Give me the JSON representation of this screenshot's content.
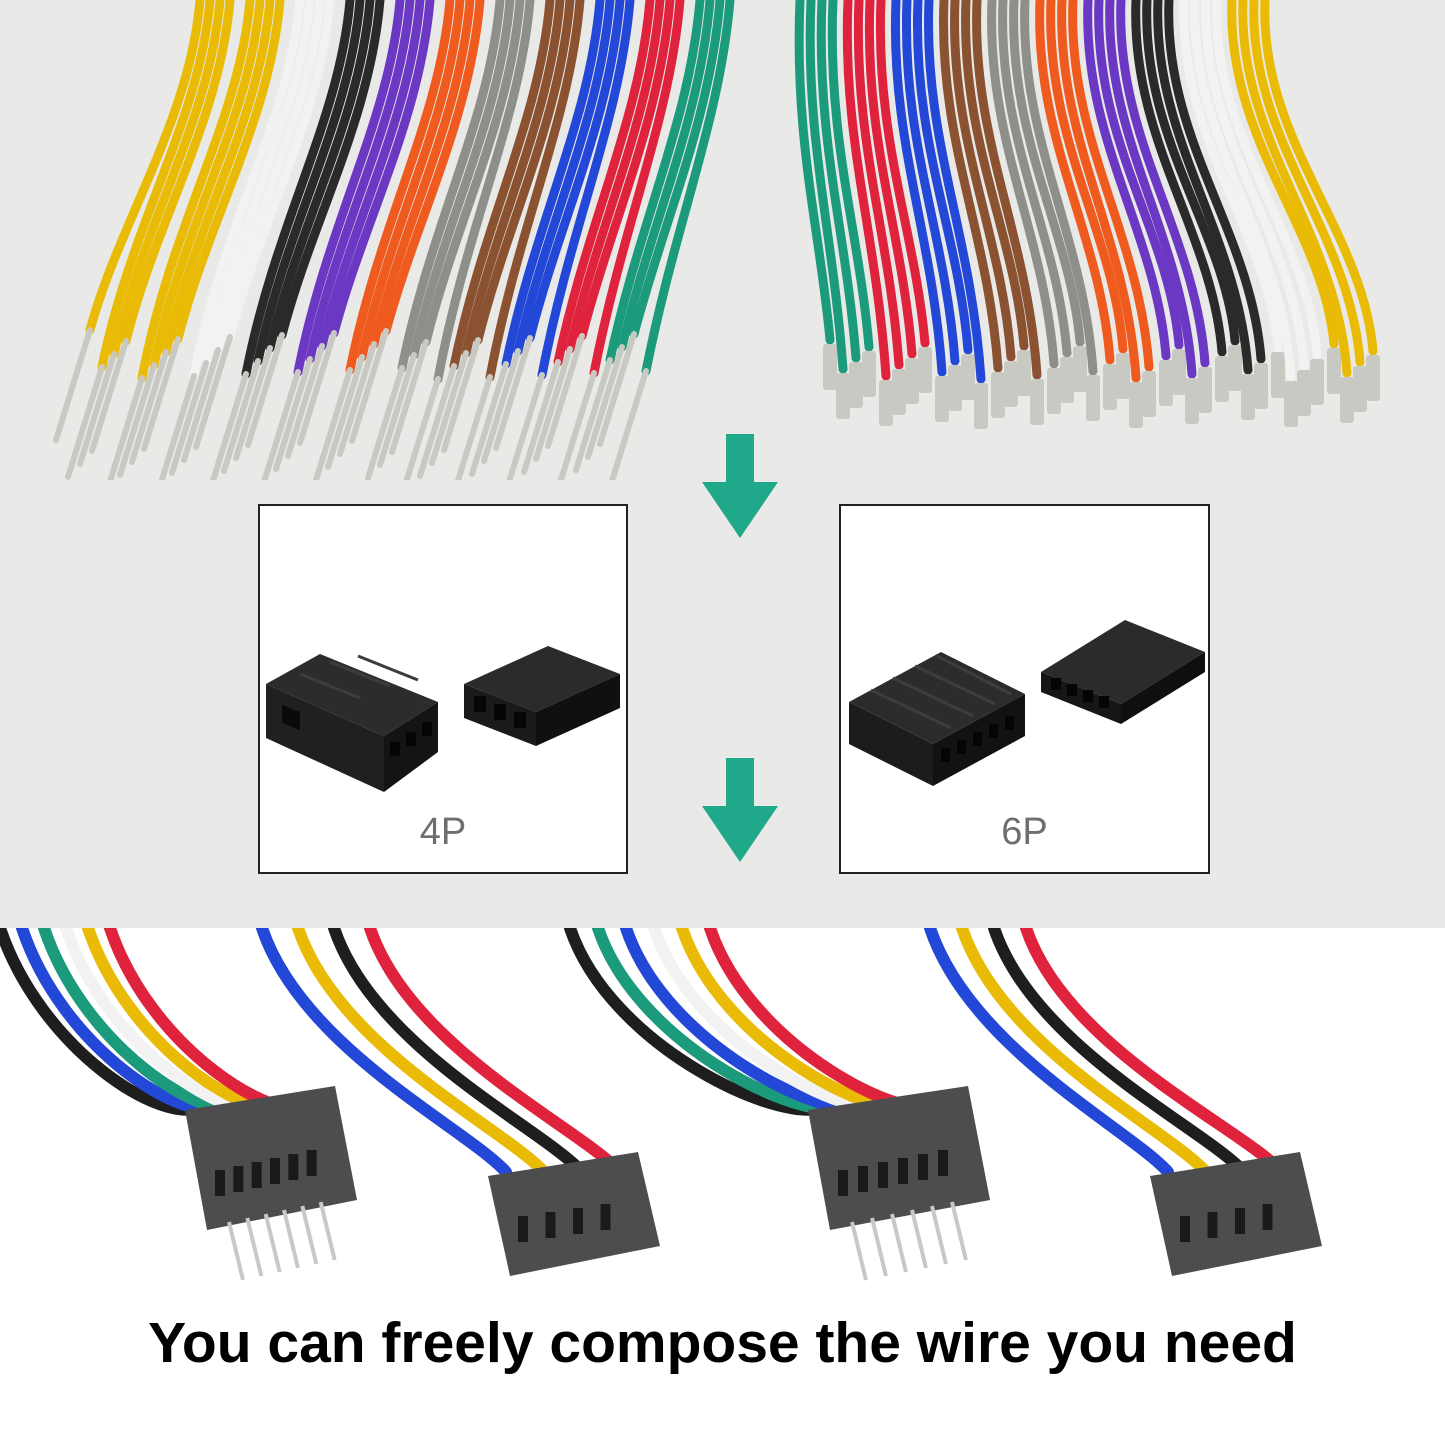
{
  "connectors": [
    {
      "label": "4P"
    },
    {
      "label": "6P"
    }
  ],
  "caption": "You can freely compose the wire you need",
  "colors": {
    "arrow": "#1fa88a",
    "background_upper": "#e9e9e7",
    "background_lower": "#ffffff",
    "box_border": "#222222",
    "housing": "#1c1c1c",
    "housing_gray": "#4d4d4f",
    "pin": "#c9c9c4"
  }
}
